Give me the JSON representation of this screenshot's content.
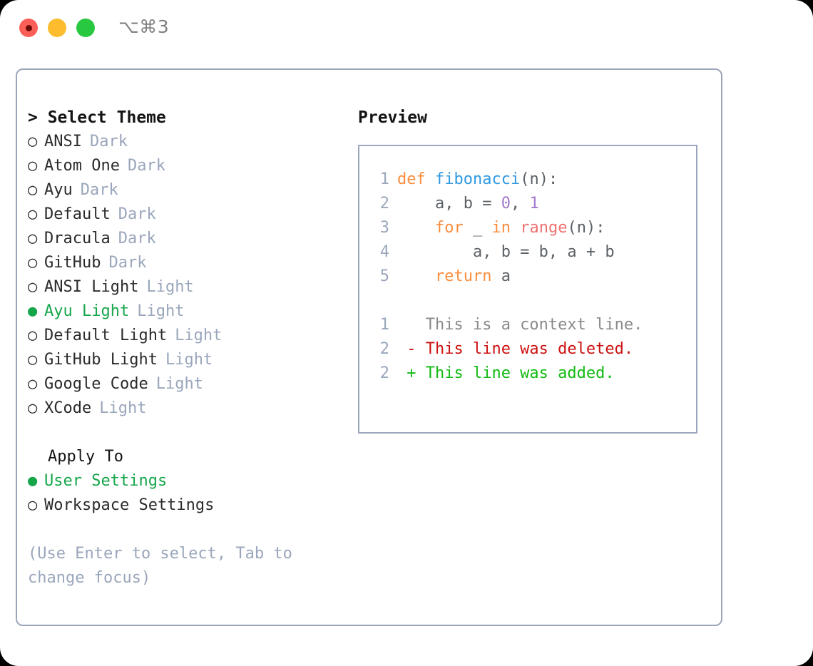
{
  "titlebar": {
    "shortcut": "⌥⌘3",
    "buttons": [
      {
        "name": "close",
        "color": "#fc5f57"
      },
      {
        "name": "minimize",
        "color": "#fdbc2e"
      },
      {
        "name": "maximize",
        "color": "#28c840"
      }
    ]
  },
  "theme_picker": {
    "heading": "> Select Theme",
    "bullet_selected": "●",
    "bullet_unselected": "○",
    "items": [
      {
        "label": "ANSI",
        "badge": "Dark",
        "selected": false
      },
      {
        "label": "Atom One",
        "badge": "Dark",
        "selected": false
      },
      {
        "label": "Ayu",
        "badge": "Dark",
        "selected": false
      },
      {
        "label": "Default",
        "badge": "Dark",
        "selected": false
      },
      {
        "label": "Dracula",
        "badge": "Dark",
        "selected": false
      },
      {
        "label": "GitHub",
        "badge": "Dark",
        "selected": false
      },
      {
        "label": "ANSI Light",
        "badge": "Light",
        "selected": false
      },
      {
        "label": "Ayu Light",
        "badge": "Light",
        "selected": true
      },
      {
        "label": "Default Light",
        "badge": "Light",
        "selected": false
      },
      {
        "label": "GitHub Light",
        "badge": "Light",
        "selected": false
      },
      {
        "label": "Google Code",
        "badge": "Light",
        "selected": false
      },
      {
        "label": "XCode",
        "badge": "Light",
        "selected": false
      }
    ]
  },
  "apply_to": {
    "heading": "Apply To",
    "items": [
      {
        "label": "User Settings",
        "selected": true
      },
      {
        "label": "Workspace Settings",
        "selected": false
      }
    ]
  },
  "hint": "(Use Enter to select, Tab to change focus)",
  "preview": {
    "heading": "Preview",
    "code_lines": [
      {
        "num": "1",
        "tokens": [
          {
            "t": "def ",
            "c": "kw"
          },
          {
            "t": "fibonacci",
            "c": "fn"
          },
          {
            "t": "(n):",
            "c": "pl"
          }
        ]
      },
      {
        "num": "2",
        "tokens": [
          {
            "t": "    a, b = ",
            "c": "pl"
          },
          {
            "t": "0",
            "c": "num"
          },
          {
            "t": ", ",
            "c": "pl"
          },
          {
            "t": "1",
            "c": "num"
          }
        ]
      },
      {
        "num": "3",
        "tokens": [
          {
            "t": "    ",
            "c": "pl"
          },
          {
            "t": "for",
            "c": "kw"
          },
          {
            "t": " _ ",
            "c": "pl"
          },
          {
            "t": "in",
            "c": "kw"
          },
          {
            "t": " ",
            "c": "pl"
          },
          {
            "t": "range",
            "c": "call"
          },
          {
            "t": "(n):",
            "c": "pl"
          }
        ]
      },
      {
        "num": "4",
        "tokens": [
          {
            "t": "        a, b = b, a + b",
            "c": "pl"
          }
        ]
      },
      {
        "num": "5",
        "tokens": [
          {
            "t": "    ",
            "c": "pl"
          },
          {
            "t": "return",
            "c": "kw"
          },
          {
            "t": " a",
            "c": "pl"
          }
        ]
      }
    ],
    "diff_lines": [
      {
        "num": "1",
        "tokens": [
          {
            "t": "   This is a context line.",
            "c": "ctx"
          }
        ]
      },
      {
        "num": "2",
        "tokens": [
          {
            "t": " - This line was deleted.",
            "c": "del"
          }
        ]
      },
      {
        "num": "2",
        "tokens": [
          {
            "t": " + This line was added.",
            "c": "add"
          }
        ]
      }
    ]
  },
  "colors": {
    "accent_green": "#16a64a",
    "border": "#9aa6bb",
    "muted": "#9aa6bb",
    "keyword": "#fa8d3e",
    "function": "#3199e1",
    "number": "#a37acc",
    "call": "#f07171",
    "diff_added": "#11bb11",
    "diff_deleted": "#cc1111"
  }
}
